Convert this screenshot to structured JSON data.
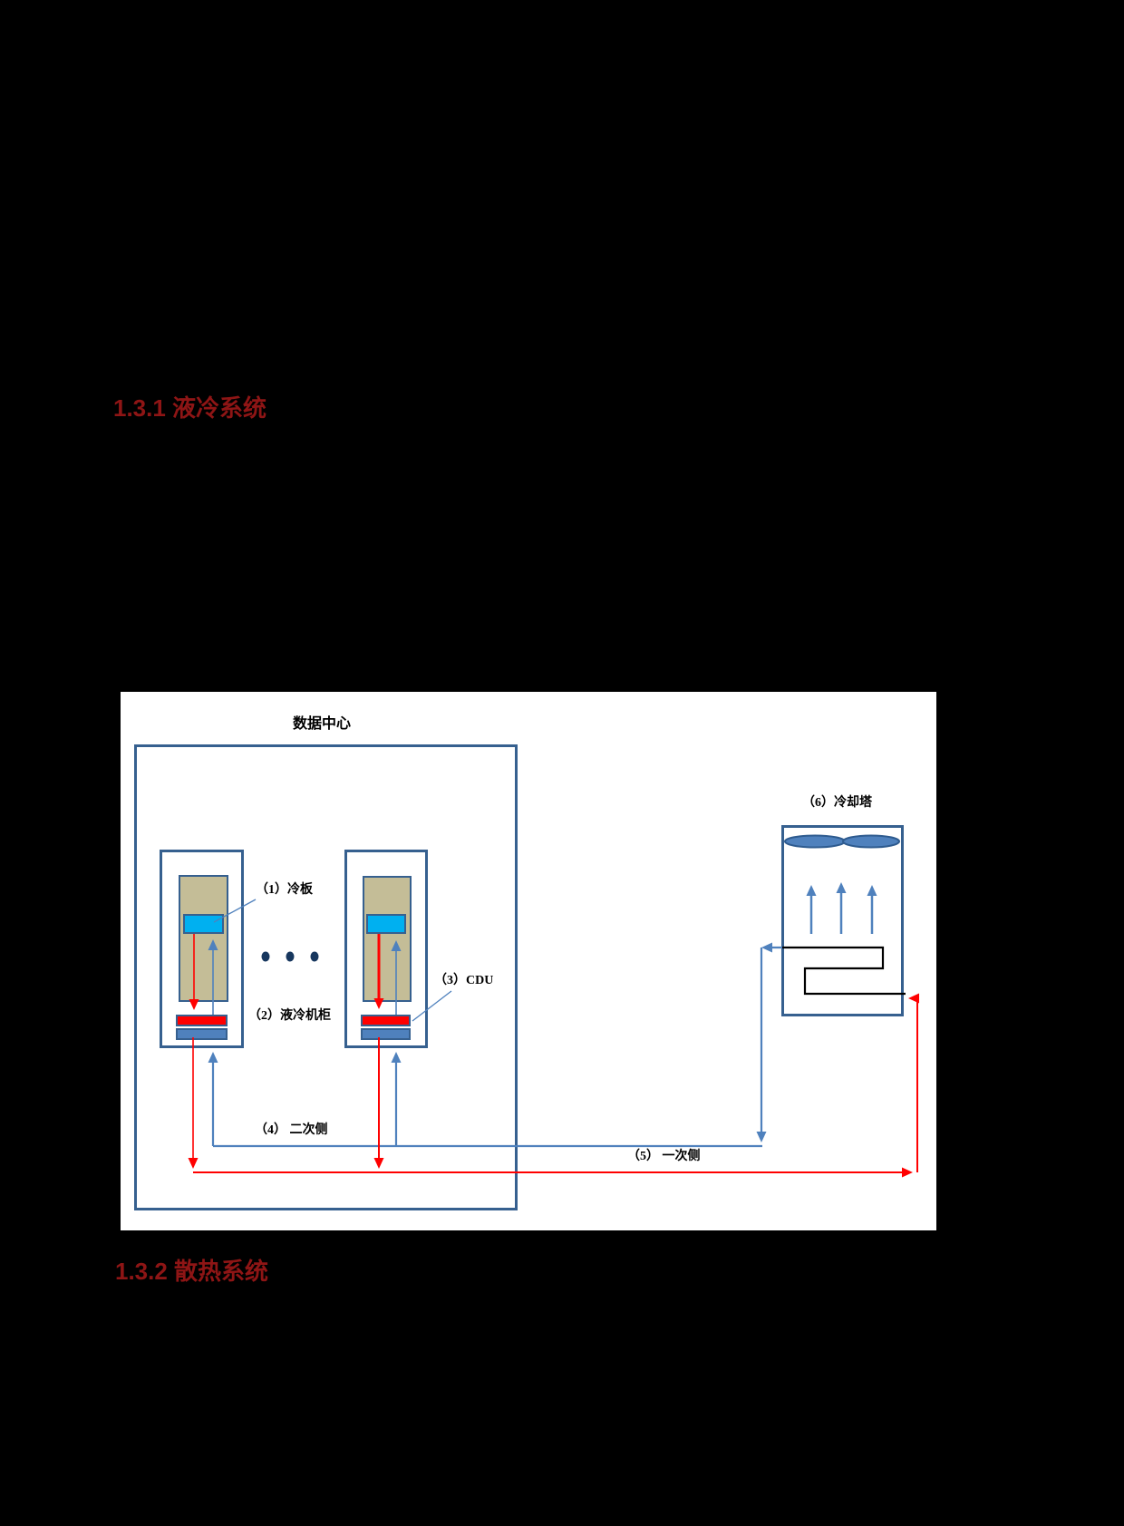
{
  "document": {
    "sections": [
      {
        "number": "1.3.1",
        "title": "液冷系统",
        "heading": "1.3.1  液冷系统"
      },
      {
        "number": "1.3.2",
        "title": "散热系统",
        "heading": "1.3.2  散热系统"
      }
    ]
  },
  "diagram": {
    "title": "数据中心",
    "labels": {
      "cold_plate": "（1）冷板",
      "liquid_cooling_cabinet": "（2）液冷机柜",
      "cdu": "（3）CDU",
      "secondary_side": "（4） 二次侧",
      "primary_side": "（5）  一次侧",
      "cooling_tower": "（6）冷却塔"
    },
    "icons": {
      "fan": "fan-blades-icon",
      "ellipsis": "ellipsis-dots-icon",
      "airflow": "airflow-arrow-icon"
    }
  },
  "colors": {
    "page_background": "#000000",
    "panel_background": "#FFFFFF",
    "heading_red": "#8E1515",
    "box_border_blue": "#36608F",
    "server_tan": "#C4BD97",
    "cold_plate_cyan": "#00B0F0",
    "hot_line_red": "#FF0000",
    "cool_line_blue": "#4F81BD",
    "dots_navy": "#17375E",
    "pipe_black": "#000000"
  }
}
